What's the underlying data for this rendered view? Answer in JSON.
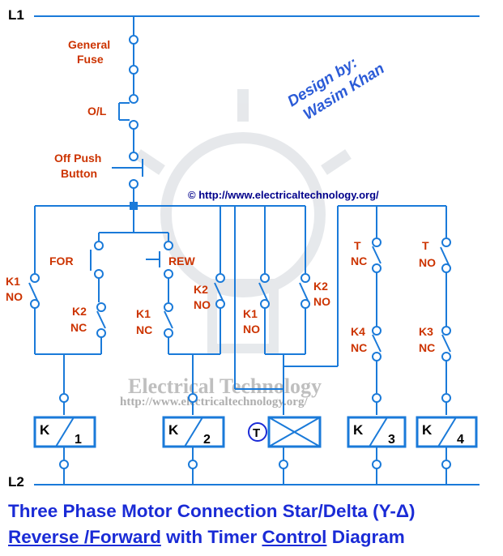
{
  "rails": {
    "top": "L1",
    "bottom": "L2"
  },
  "designer": {
    "line1": "Design by:",
    "line2": "Wasim Khan"
  },
  "copyright": "© http://www.electricaltechnology.org/",
  "watermark": {
    "name": "Electrical Technology",
    "url": "http://www.electricaltechnology.org/"
  },
  "labels": {
    "general_fuse_1": "General",
    "general_fuse_2": "Fuse",
    "overload": "O/L",
    "off_push_1": "Off Push",
    "off_push_2": "Button",
    "forward": "FOR",
    "reverse": "REW",
    "k1_no_a_1": "K1",
    "k1_no_a_2": "NO",
    "k2_nc_1": "K2",
    "k2_nc_2": "NC",
    "k1_nc_1": "K1",
    "k1_nc_2": "NC",
    "k2_no_a_1": "K2",
    "k2_no_a_2": "NO",
    "k1_no_b_1": "K1",
    "k1_no_b_2": "NO",
    "k2_no_b_1": "K2",
    "k2_no_b_2": "NO",
    "t_nc_1": "T",
    "t_nc_2": "NC",
    "k4_nc_1": "K4",
    "k4_nc_2": "NC",
    "t_no_1": "T",
    "t_no_2": "NO",
    "k3_nc_1": "K3",
    "k3_nc_2": "NC"
  },
  "coils": [
    {
      "letter": "K",
      "number": "1"
    },
    {
      "letter": "K",
      "number": "2"
    },
    {
      "letter": "T",
      "number": ""
    },
    {
      "letter": "K",
      "number": "3"
    },
    {
      "letter": "K",
      "number": "4"
    }
  ],
  "title": {
    "line1": "Three Phase Motor Connection Star/Delta (Y-Δ)",
    "line2_part1": "Reverse /Forward",
    "line2_part2": " with Timer ",
    "line2_part3": "Control",
    "line2_part4": " Diagram"
  },
  "colors": {
    "wire": "#1a7ad9",
    "label": "#cc3300",
    "title": "#1a2bd6",
    "designer": "#2b5bd7"
  }
}
